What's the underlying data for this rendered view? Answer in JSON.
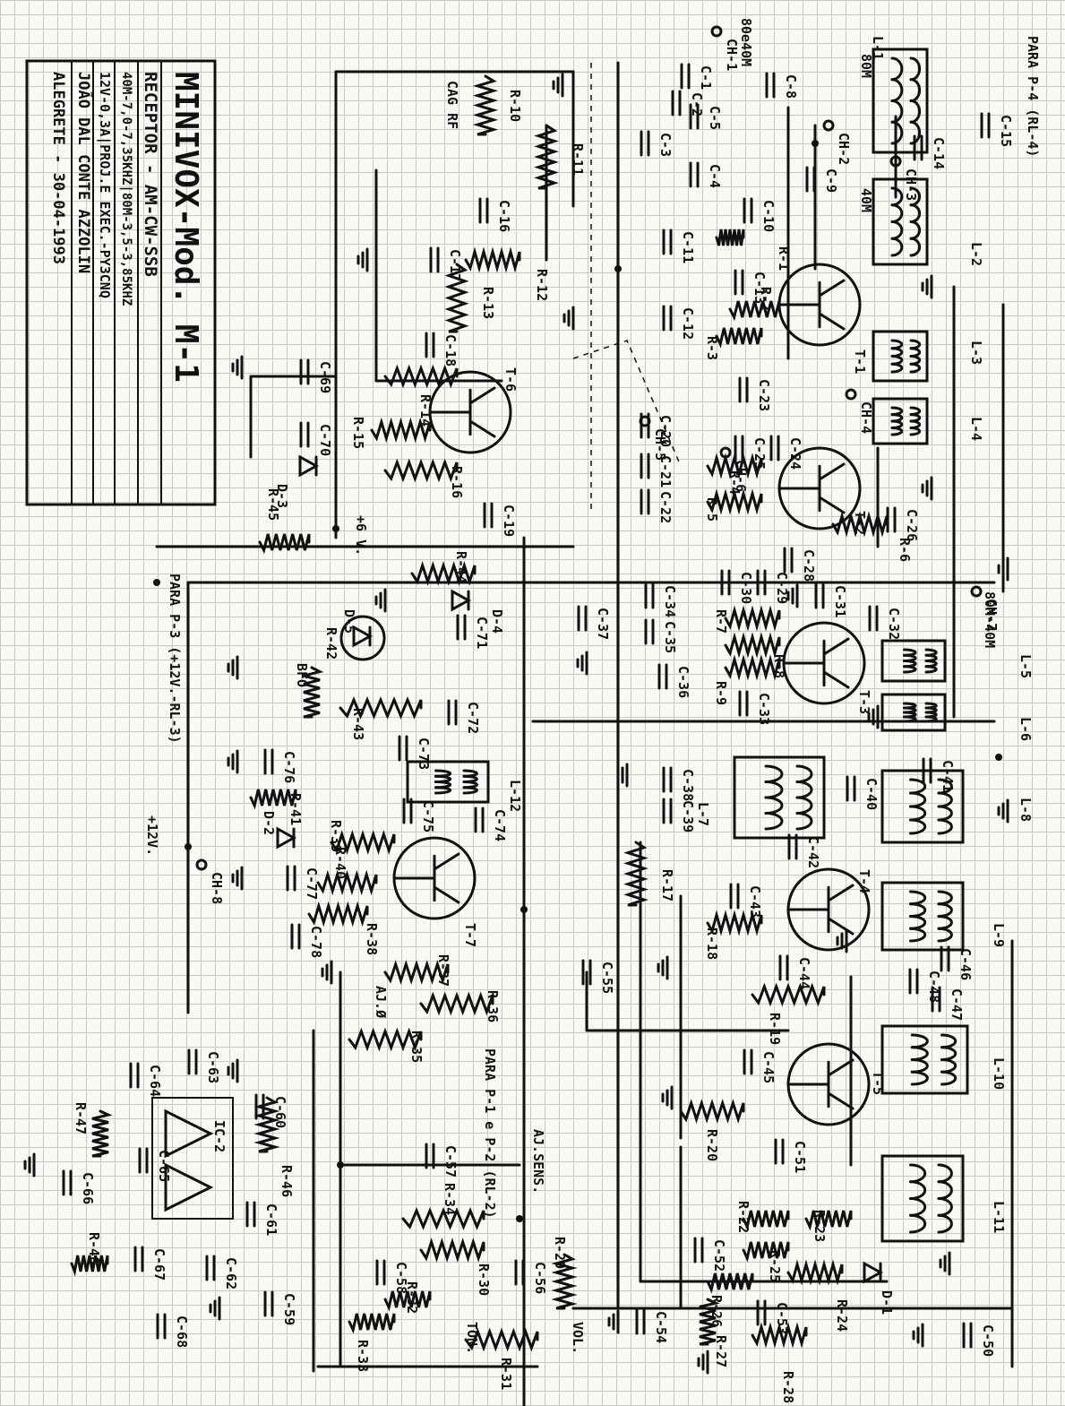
{
  "title_block": {
    "line1": "MINIVOX-Mod. M-1",
    "line2": "RECEPTOR - AM-CW-SSB",
    "line3": "40M-7,0-7,35KHZ|80M-3,5-3,85KHZ",
    "line4": "12V-0,3A|PROJ.E EXEC.-PY3CNQ",
    "line5": "JOÃO DAL CONTE AZZOLIN",
    "line6": "ALEGRETE - 30-04-1993"
  },
  "notes": {
    "para_p4": "PARA P-4 (RL-4)",
    "para_p3": "PARA P-3 (+12V.-RL-3)",
    "para_p1p2": "PARA P-1 e P-2 (RL-2)",
    "plus6v": "+6 V.",
    "plus12v": "+12V.",
    "cag_rf": "CAG RF",
    "bfo": "BFO",
    "aj_zero": "AJ.Ø",
    "aj_sens": "AJ.SENS.",
    "ton": "TON.",
    "vol": "VOL.",
    "band_8040": "80e40M",
    "band_80m": "80M",
    "band_40m": "40M",
    "band_80m_40m": "80M-40M"
  },
  "components": {
    "transistors": [
      "T-1",
      "T-2",
      "T-3",
      "T-4",
      "T-5",
      "T-6",
      "T-7"
    ],
    "inductors": [
      "L-1",
      "L-2",
      "L-3",
      "L-4",
      "L-5",
      "L-6",
      "L-7",
      "L-8",
      "L-9",
      "L-10",
      "L-11",
      "L-12"
    ],
    "diodes": [
      "D-1",
      "D-3",
      "D-4",
      "D-5",
      "D-2"
    ],
    "ics": [
      "IC-2"
    ],
    "switches": [
      "CH-1",
      "CH-2",
      "CH-3",
      "CH-4",
      "CH-5",
      "CH-6",
      "CH-7",
      "CH-8"
    ],
    "resistors": [
      "R-1",
      "R-2",
      "R-3",
      "R-4",
      "R-5",
      "R-6",
      "R-7",
      "R-8",
      "R-9",
      "R-10",
      "R-11",
      "R-12",
      "R-13",
      "R-14",
      "R-15",
      "R-16",
      "R-17",
      "R-18",
      "R-19",
      "R-20",
      "R-21",
      "R-22",
      "R-23",
      "R-24",
      "R-25",
      "R-26",
      "R-27",
      "R-28",
      "R-29",
      "R-30",
      "R-31",
      "R-32",
      "R-33",
      "R-34",
      "R-35",
      "R-36",
      "R-37",
      "R-38",
      "R-39",
      "R-40",
      "R-41",
      "R-42",
      "R-43",
      "R-44",
      "R-45",
      "R-46",
      "R-47",
      "R-48"
    ],
    "capacitors": [
      "C-1",
      "C-2",
      "C-3",
      "C-4",
      "C-5",
      "C-8",
      "C-9",
      "C-10",
      "C-11",
      "C-12",
      "C-13",
      "C-14",
      "C-15",
      "C-16",
      "C-17",
      "C-18",
      "C-19",
      "C-20",
      "C-21",
      "C-22",
      "C-23",
      "C-24",
      "C-25",
      "C-26",
      "C-28",
      "C-29",
      "C-30",
      "C-31",
      "C-32",
      "C-33",
      "C-34",
      "C-35",
      "C-36",
      "C-37",
      "C-38",
      "C-39",
      "C-40",
      "C-41",
      "C-42",
      "C-43",
      "C-44",
      "C-45",
      "C-46",
      "C-47",
      "C-48",
      "C-50",
      "C-51",
      "C-52",
      "C-53",
      "C-54",
      "C-55",
      "C-56",
      "C-57",
      "C-58",
      "C-59",
      "C-60",
      "C-61",
      "C-62",
      "C-63",
      "C-64",
      "C-65",
      "C-66",
      "C-67",
      "C-68",
      "C-69",
      "C-70",
      "C-71",
      "C-72",
      "C-73",
      "C-74",
      "C-75",
      "C-76",
      "C-77",
      "C-78"
    ]
  }
}
